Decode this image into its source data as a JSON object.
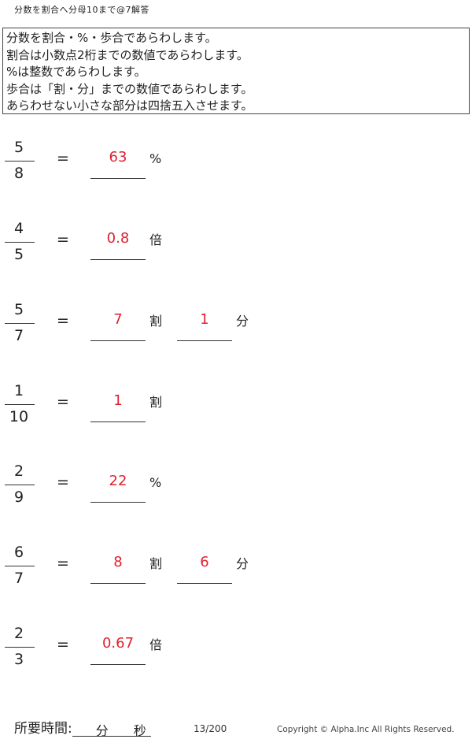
{
  "title": "分数を割合へ分母10まで@7解答",
  "instructions": [
    "分数を割合・%・歩合であらわします。",
    "割合は小数点2桁までの数値であらわします。",
    "%は整数であらわします。",
    "歩合は「割・分」までの数値であらわします。",
    "あらわせない小さな部分は四捨五入させます。"
  ],
  "equals_sign": "=",
  "problems": [
    {
      "numerator": "5",
      "denominator": "8",
      "answers": [
        "63"
      ],
      "units": [
        "%"
      ]
    },
    {
      "numerator": "4",
      "denominator": "5",
      "answers": [
        "0.8"
      ],
      "units": [
        "倍"
      ]
    },
    {
      "numerator": "5",
      "denominator": "7",
      "answers": [
        "7",
        "1"
      ],
      "units": [
        "割",
        "分"
      ]
    },
    {
      "numerator": "1",
      "denominator": "10",
      "answers": [
        "1"
      ],
      "units": [
        "割"
      ]
    },
    {
      "numerator": "2",
      "denominator": "9",
      "answers": [
        "22"
      ],
      "units": [
        "%"
      ]
    },
    {
      "numerator": "6",
      "denominator": "7",
      "answers": [
        "8",
        "6"
      ],
      "units": [
        "割",
        "分"
      ]
    },
    {
      "numerator": "2",
      "denominator": "3",
      "answers": [
        "0.67"
      ],
      "units": [
        "倍"
      ]
    }
  ],
  "footer": {
    "time_label": "所要時間:",
    "minute_label": "分",
    "second_label": "秒",
    "page": "13/200",
    "copyright": "Copyright ©  Alpha.Inc All Rights Reserved."
  },
  "colors": {
    "answer": "#e0202f",
    "text": "#222222"
  }
}
